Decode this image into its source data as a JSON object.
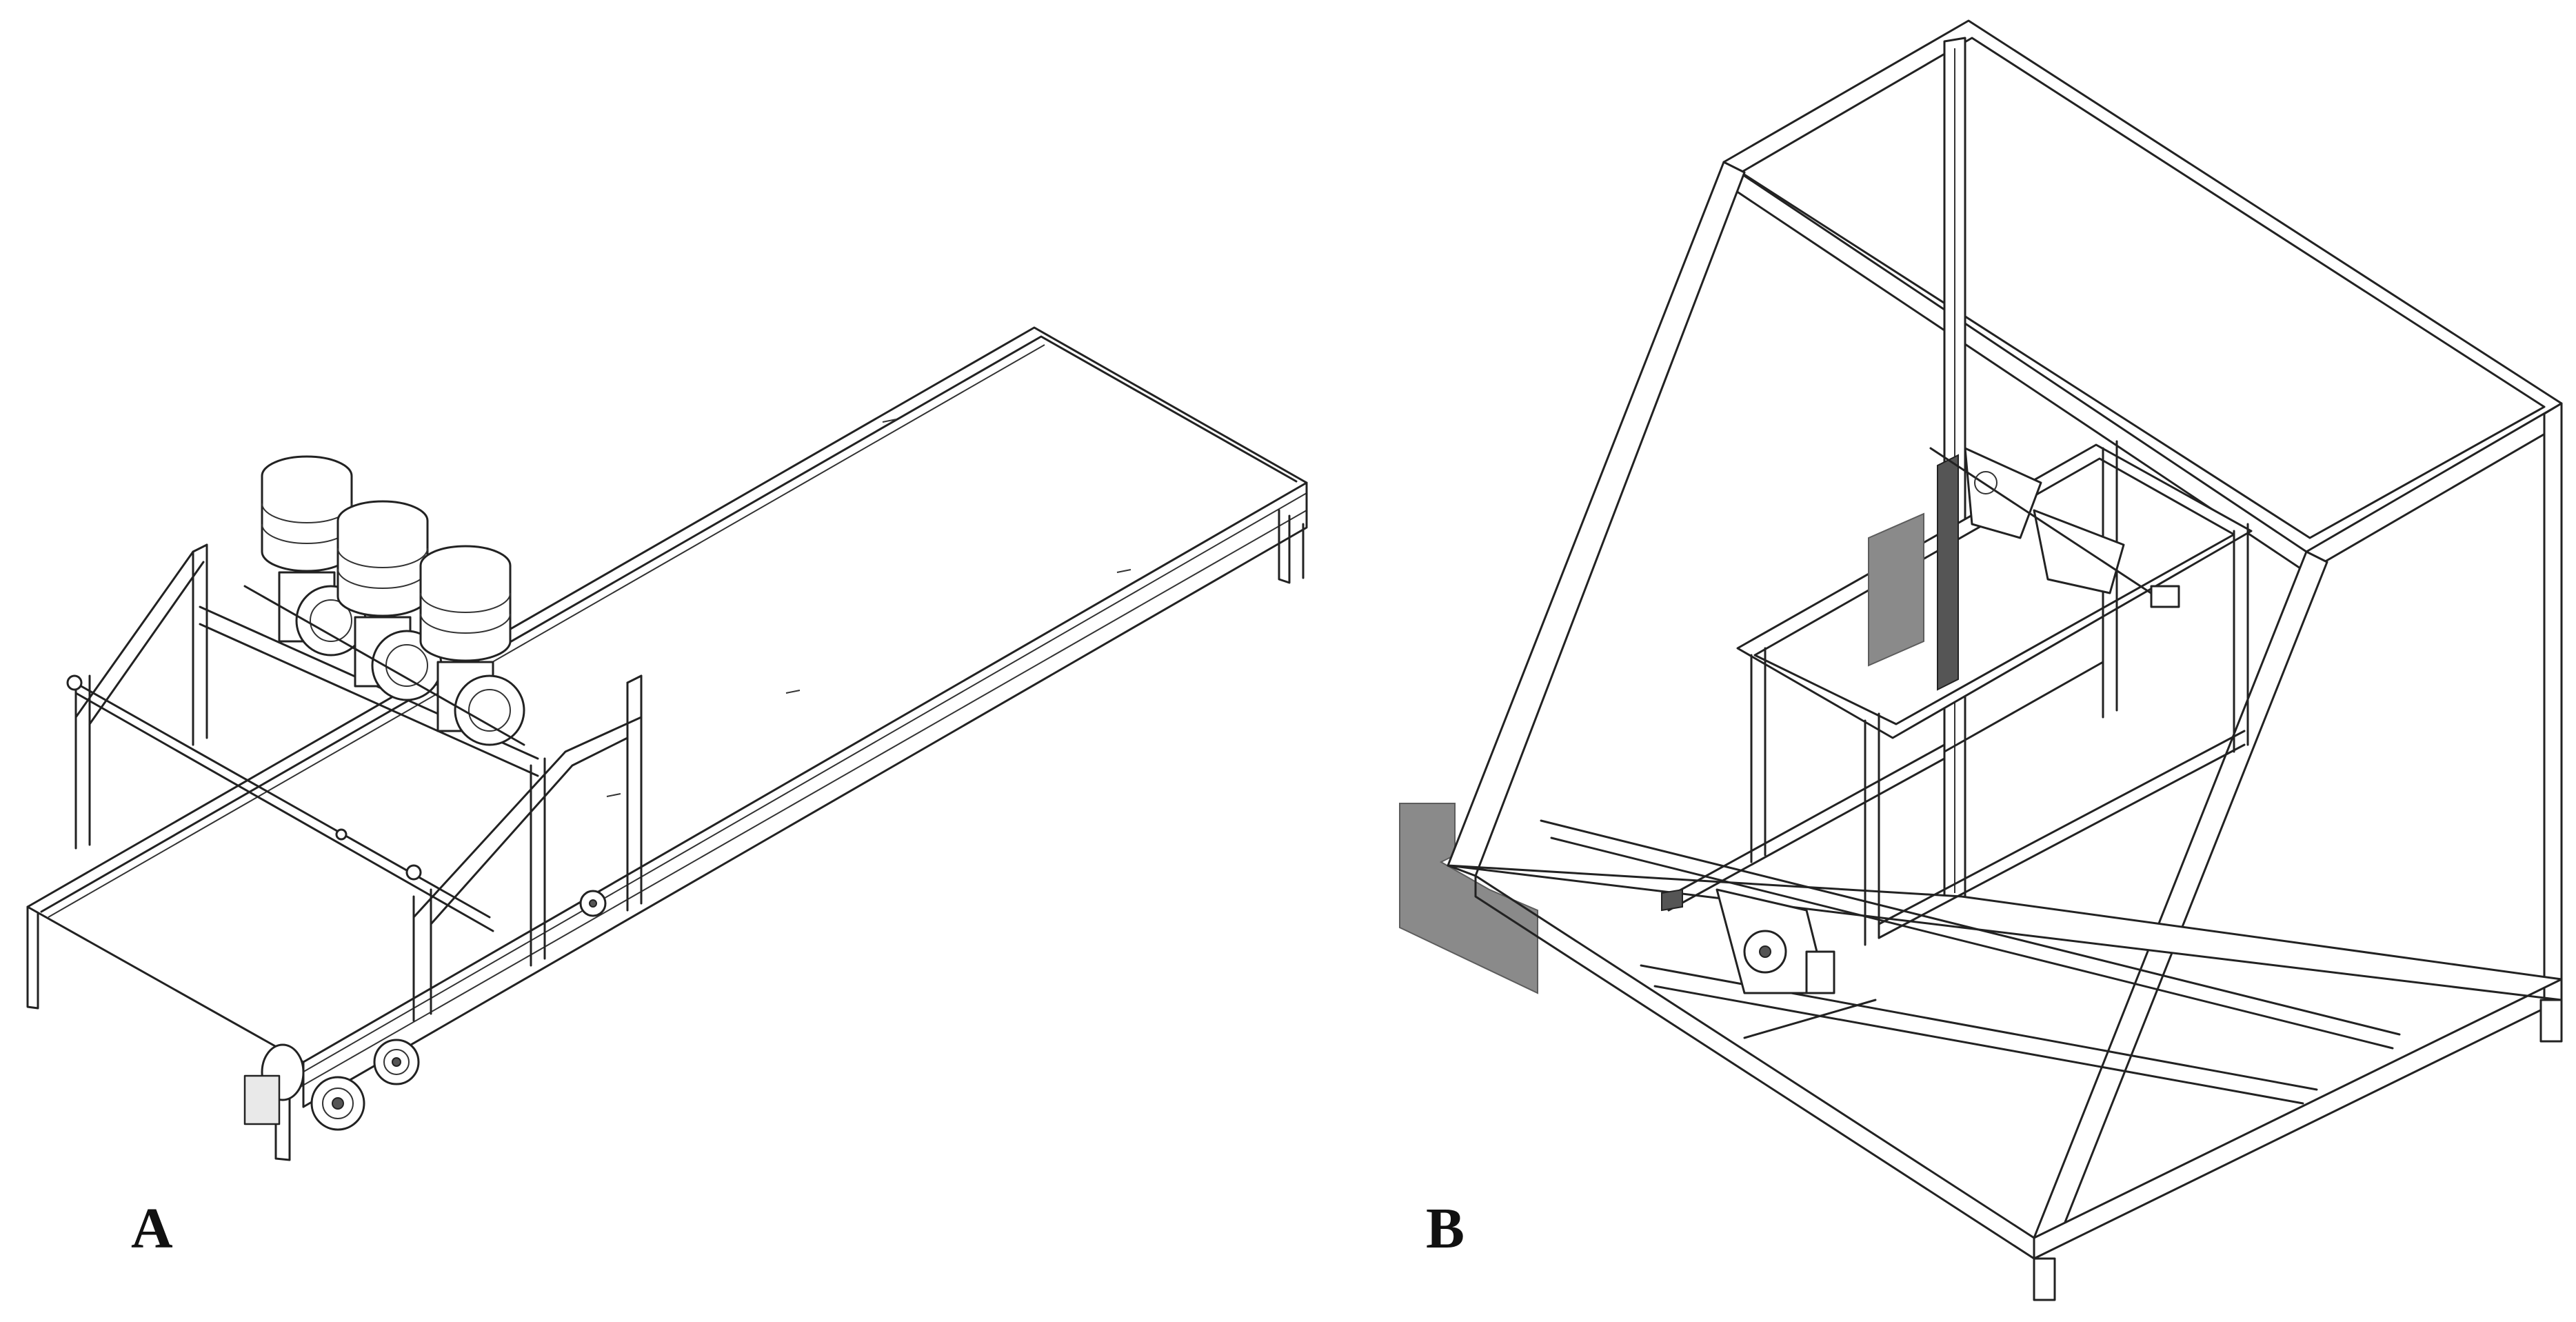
{
  "figure": {
    "panels": [
      {
        "label": "A",
        "subject": "conveyor-belt-with-three-hopper-dispensers"
      },
      {
        "label": "B",
        "subject": "inclined-steel-frame-with-tilting-mechanism"
      }
    ]
  }
}
